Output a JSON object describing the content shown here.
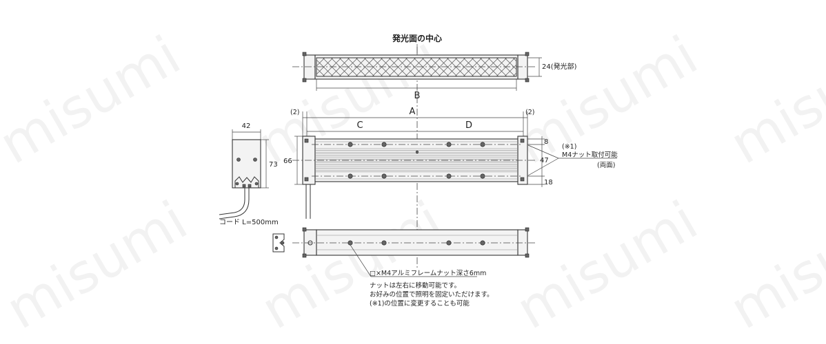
{
  "watermark": "misumi",
  "labels": {
    "emission_center": "発光面の中心",
    "dim_24": "24(発光部)",
    "dim_B": "B",
    "dim_A": "A",
    "dim_C": "C",
    "dim_D": "D",
    "gap_left": "(2)",
    "gap_right": "(2)",
    "dim_42": "42",
    "dim_73": "73",
    "dim_66": "66",
    "dim_8": "8",
    "dim_47": "47",
    "dim_18": "18",
    "cord": "コード L=500mm",
    "note_ref": "(※1)",
    "note_m4": "M4ナット取付可能",
    "note_both": "(両面)",
    "nut_title": "□×M4アルミフレームナット深さ6mm",
    "nut_line1": "ナットは左右に移動可能です。",
    "nut_line2": "お好みの位置で照明を固定いただけます。",
    "nut_line3": "(※1)の位置に変更することも可能"
  }
}
